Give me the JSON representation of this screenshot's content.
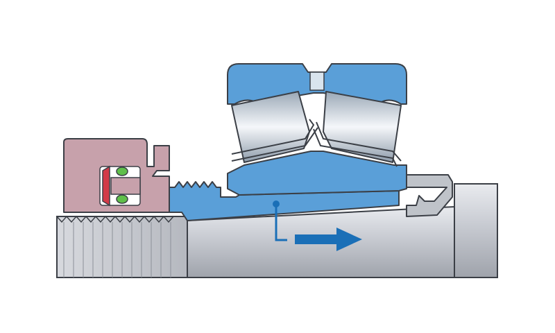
{
  "diagram": {
    "kind": "bearing-mounting-cross-section",
    "components": [
      {
        "name": "shaft",
        "color": "#c9ccd3"
      },
      {
        "name": "hydraulic-nut",
        "color": "#c7a1ab"
      },
      {
        "name": "o-ring-seals",
        "color": "#5fbf4a"
      },
      {
        "name": "red-seal-ring",
        "color": "#d23a47"
      },
      {
        "name": "adapter-sleeve",
        "color": "#5a9fd8"
      },
      {
        "name": "bearing-outer-ring",
        "color": "#5a9fd8"
      },
      {
        "name": "bearing-inner-ring",
        "color": "#5a9fd8"
      },
      {
        "name": "spherical-rollers",
        "color": "#d9dde3"
      },
      {
        "name": "cage",
        "color": "#c7d2dc"
      },
      {
        "name": "stop-ring",
        "color": "#bfc3c9"
      }
    ],
    "indicator": {
      "name": "oil-injection-point",
      "color": "#1a6fb7"
    },
    "arrow": {
      "name": "drive-direction-arrow",
      "direction": "right",
      "color": "#1a6fb7"
    }
  },
  "colors": {
    "outline": "#3b3f46",
    "background": "#ffffff"
  }
}
